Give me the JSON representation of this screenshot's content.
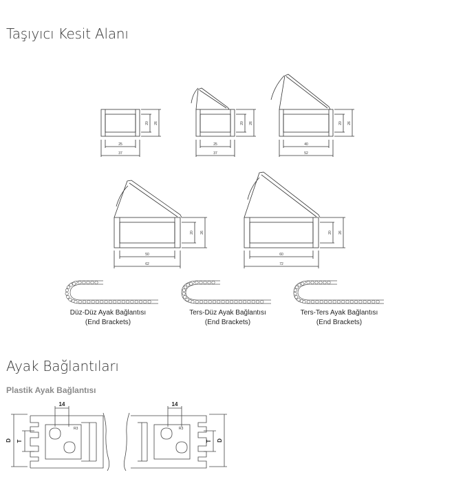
{
  "sections": {
    "cross_section_title": "Taşıyıcı Kesit Alanı",
    "brackets_title": "Ayak Bağlantıları",
    "plastic_subtitle": "Plastik Ayak Bağlantısı"
  },
  "profiles": [
    {
      "inner_w": "25",
      "outer_w": "37",
      "inner_h": "20",
      "outer_h": "26"
    },
    {
      "inner_w": "25",
      "outer_w": "37",
      "inner_h": "20",
      "outer_h": "26"
    },
    {
      "inner_w": "40",
      "outer_w": "52",
      "inner_h": "20",
      "outer_h": "26"
    },
    {
      "inner_w": "50",
      "outer_w": "62",
      "inner_h": "20",
      "outer_h": "26"
    },
    {
      "inner_w": "60",
      "outer_w": "72",
      "inner_h": "20",
      "outer_h": "26"
    }
  ],
  "mounting": [
    {
      "name": "Düz-Düz Ayak Bağlantısı",
      "sub": "(End Brackets)"
    },
    {
      "name": "Ters-Düz Ayak Bağlantısı",
      "sub": "(End Brackets)"
    },
    {
      "name": "Ters-Ters Ayak Bağlantısı",
      "sub": "(End Brackets)"
    }
  ],
  "bracket_drawing": {
    "width_label": "14",
    "radius_label": "R3",
    "d_label": "D",
    "t_label": "T"
  }
}
